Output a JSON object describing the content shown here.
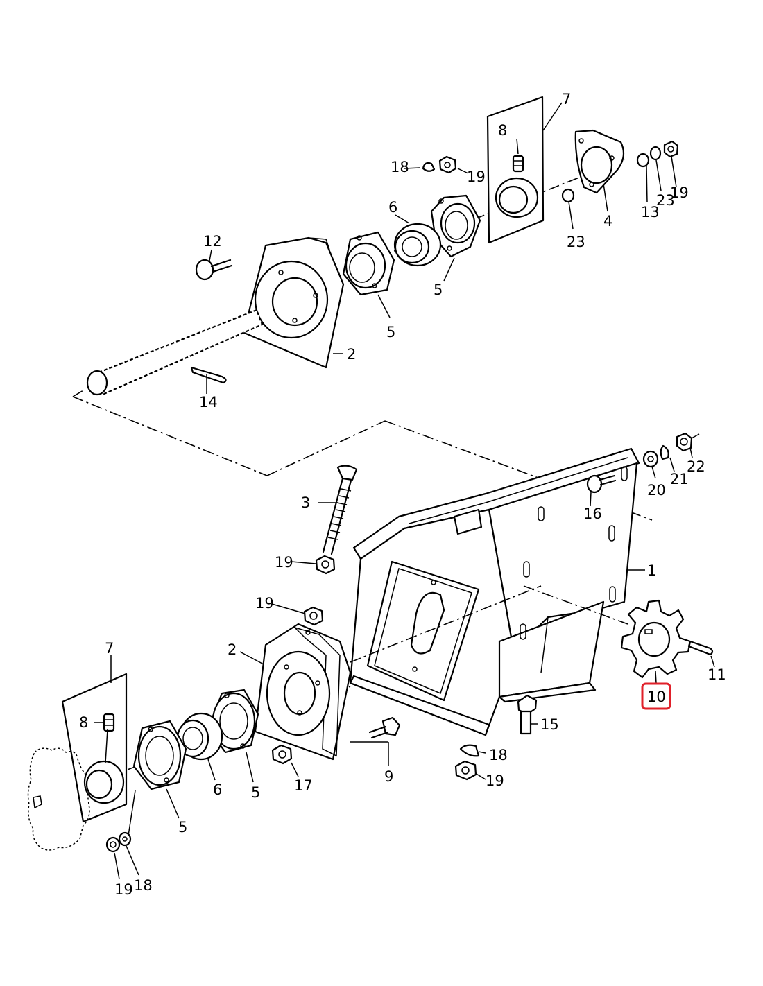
{
  "labels": {
    "l7_top": "7",
    "l8_top": "8",
    "l18_top": "18",
    "l19_top_a": "19",
    "l19_top_b": "19",
    "l13": "13",
    "l23_a": "23",
    "l23_b": "23",
    "l4": "4",
    "l6_top": "6",
    "l5_top_a": "5",
    "l5_top_b": "5",
    "l12": "12",
    "l2_top": "2",
    "l14": "14",
    "l22": "22",
    "l21": "21",
    "l20": "20",
    "l16": "16",
    "l3": "3",
    "l19_mid_a": "19",
    "l19_mid_b": "19",
    "l1": "1",
    "l11": "11",
    "l10": "10",
    "l7_bot": "7",
    "l8_bot": "8",
    "l2_bot": "2",
    "l15": "15",
    "l18_mid": "18",
    "l19_mid_c": "19",
    "l9": "9",
    "l17": "17",
    "l5_bot_a": "5",
    "l5_bot_b": "5",
    "l6_bot": "6",
    "l19_bot": "19",
    "l18_bot": "18"
  },
  "highlight": {
    "label": "10",
    "color": "#e0202a"
  }
}
